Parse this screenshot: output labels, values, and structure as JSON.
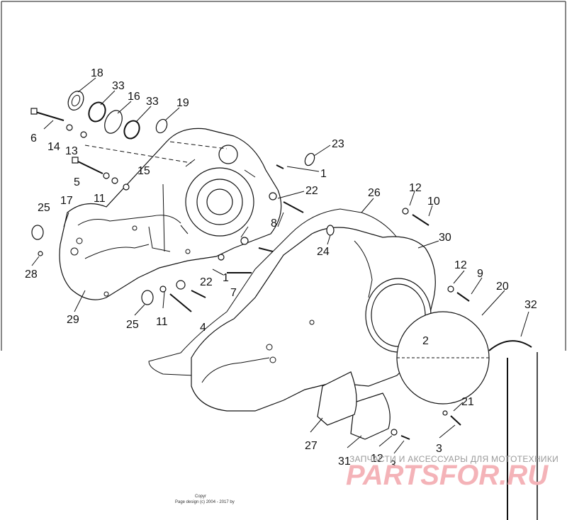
{
  "callouts": [
    {
      "id": "c18a",
      "text": "18"
    },
    {
      "id": "c33a",
      "text": "33"
    },
    {
      "id": "c16",
      "text": "16"
    },
    {
      "id": "c33b",
      "text": "33"
    },
    {
      "id": "c19",
      "text": "19"
    },
    {
      "id": "c6",
      "text": "6"
    },
    {
      "id": "c14",
      "text": "14"
    },
    {
      "id": "c13",
      "text": "13"
    },
    {
      "id": "c23",
      "text": "23"
    },
    {
      "id": "c1a",
      "text": "1"
    },
    {
      "id": "c15",
      "text": "15"
    },
    {
      "id": "c5",
      "text": "5"
    },
    {
      "id": "c11a",
      "text": "11"
    },
    {
      "id": "c22a",
      "text": "22"
    },
    {
      "id": "c26",
      "text": "26"
    },
    {
      "id": "c12a",
      "text": "12"
    },
    {
      "id": "c10",
      "text": "10"
    },
    {
      "id": "c25a",
      "text": "25"
    },
    {
      "id": "c17",
      "text": "17"
    },
    {
      "id": "c8",
      "text": "8"
    },
    {
      "id": "c30",
      "text": "30"
    },
    {
      "id": "c24",
      "text": "24"
    },
    {
      "id": "c28",
      "text": "28"
    },
    {
      "id": "c22b",
      "text": "22"
    },
    {
      "id": "c1b",
      "text": "1"
    },
    {
      "id": "c7",
      "text": "7"
    },
    {
      "id": "c12b",
      "text": "12"
    },
    {
      "id": "c9",
      "text": "9"
    },
    {
      "id": "c20",
      "text": "20"
    },
    {
      "id": "c32",
      "text": "32"
    },
    {
      "id": "c29",
      "text": "29"
    },
    {
      "id": "c25b",
      "text": "25"
    },
    {
      "id": "c11b",
      "text": "11"
    },
    {
      "id": "c4",
      "text": "4"
    },
    {
      "id": "c2",
      "text": "2"
    },
    {
      "id": "c21",
      "text": "21"
    },
    {
      "id": "c27",
      "text": "27"
    },
    {
      "id": "c31",
      "text": "31"
    },
    {
      "id": "c12c",
      "text": "12"
    },
    {
      "id": "c3a",
      "text": "3"
    },
    {
      "id": "c3b",
      "text": "3"
    }
  ],
  "watermark": {
    "tagline": "ЗАПЧАСТИ И АКСЕССУАРЫ ДЛЯ МОТОТЕХНИКИ",
    "brand": "PARTSFOR.RU",
    "brand_color": "#f4b3b8"
  },
  "footer": {
    "copyright_short": "Copyr",
    "page_design": "Page design (c) 2004 - 2017 by"
  }
}
